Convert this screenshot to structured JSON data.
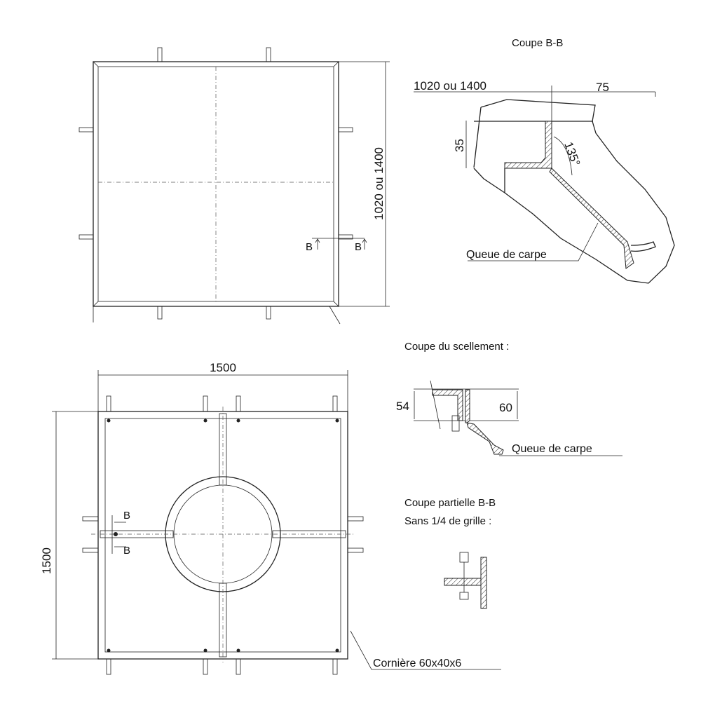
{
  "top_view": {
    "dim_height": "1020 ou 1400",
    "section_mark_left": "B",
    "section_mark_right": "B"
  },
  "section_bb": {
    "title": "Coupe B-B",
    "dim_width": "1020 ou 1400",
    "dim_offset": "75",
    "dim_height": "35",
    "angle": "135°",
    "label": "Queue de carpe"
  },
  "bottom_view": {
    "dim_width": "1500",
    "dim_height": "1500",
    "section_mark_top": "B",
    "section_mark_bottom": "B",
    "profile_label": "Cornière 60x40x6"
  },
  "sealing_section": {
    "title": "Coupe du scellement :",
    "dim_left": "54",
    "dim_right": "60",
    "label": "Queue de carpe"
  },
  "partial_section": {
    "title_line1": "Coupe partielle B-B",
    "title_line2": "Sans 1/4 de grille :"
  }
}
